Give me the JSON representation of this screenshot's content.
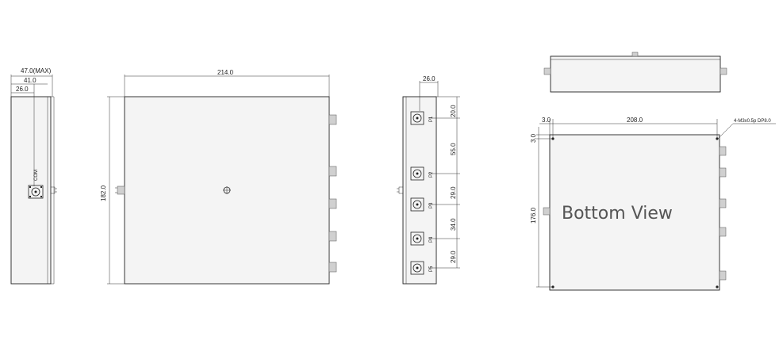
{
  "side_view": {
    "width_max": "47.0(MAX)",
    "dim_41": "41.0",
    "dim_26": "26.0",
    "port_label": "COM"
  },
  "front_view": {
    "width": "214.0",
    "height": "182.0"
  },
  "port_view": {
    "offset": "26.0",
    "spacings": [
      "20.0",
      "55.0",
      "29.0",
      "34.0",
      "29.0"
    ],
    "ports": [
      "P1",
      "P2",
      "P3",
      "P4",
      "P5"
    ]
  },
  "bottom_view": {
    "offset_x": "3.0",
    "width": "208.0",
    "offset_y": "3.0",
    "height": "176.0",
    "hole_note": "4-M3x0.5p DP8.0",
    "label": "Bottom View"
  },
  "colors": {
    "line": "#222222",
    "body_fill": "#f4f4f4"
  }
}
